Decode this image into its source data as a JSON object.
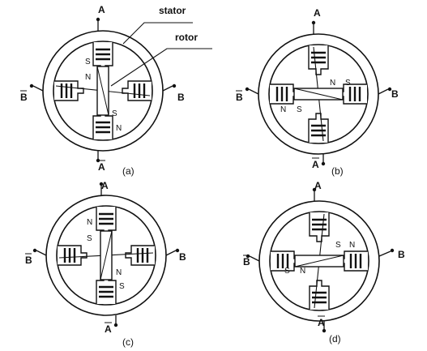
{
  "labels": {
    "stator": "stator",
    "rotor": "rotor",
    "A": "A",
    "A_bar": "A",
    "B": "B",
    "B_bar": "B",
    "N": "N",
    "S": "S"
  },
  "panels": [
    {
      "id": "a",
      "caption": "(a)",
      "rotor_orientation": "vertical",
      "poles": {
        "top": [
          "S",
          "N"
        ],
        "bottom": [
          "S",
          "N"
        ]
      }
    },
    {
      "id": "b",
      "caption": "(b)",
      "rotor_orientation": "horizontal",
      "poles": {
        "left": [
          "N",
          "S"
        ],
        "right": [
          "N",
          "S"
        ]
      }
    },
    {
      "id": "c",
      "caption": "(c)",
      "rotor_orientation": "vertical",
      "poles": {
        "top": [
          "N",
          "S"
        ],
        "bottom": [
          "N",
          "S"
        ]
      }
    },
    {
      "id": "d",
      "caption": "(d)",
      "rotor_orientation": "horizontal",
      "poles": {
        "left": [
          "S",
          "N"
        ],
        "right": [
          "S",
          "N"
        ]
      }
    }
  ],
  "colors": {
    "line": "#111111",
    "background": "#ffffff"
  }
}
